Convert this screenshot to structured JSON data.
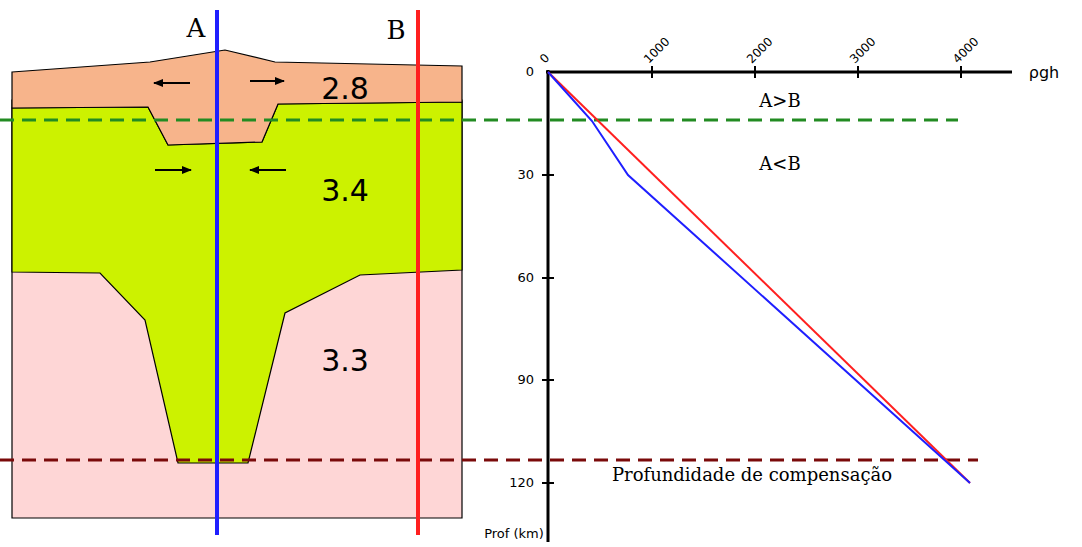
{
  "diagram": {
    "nodes": [
      {
        "text": [
          "2.8"
        ]
      },
      {
        "text": [
          "3.4"
        ]
      },
      {
        "text": [
          "3.3"
        ]
      }
    ],
    "labels": [
      "A",
      "B",
      "0",
      "1000",
      "2000",
      "3000",
      "4000",
      "ρgh",
      "0",
      "30",
      "60",
      "90",
      "120",
      "Prof (km)",
      "A>B",
      "A<B",
      "Profundidade de compensação"
    ]
  }
}
